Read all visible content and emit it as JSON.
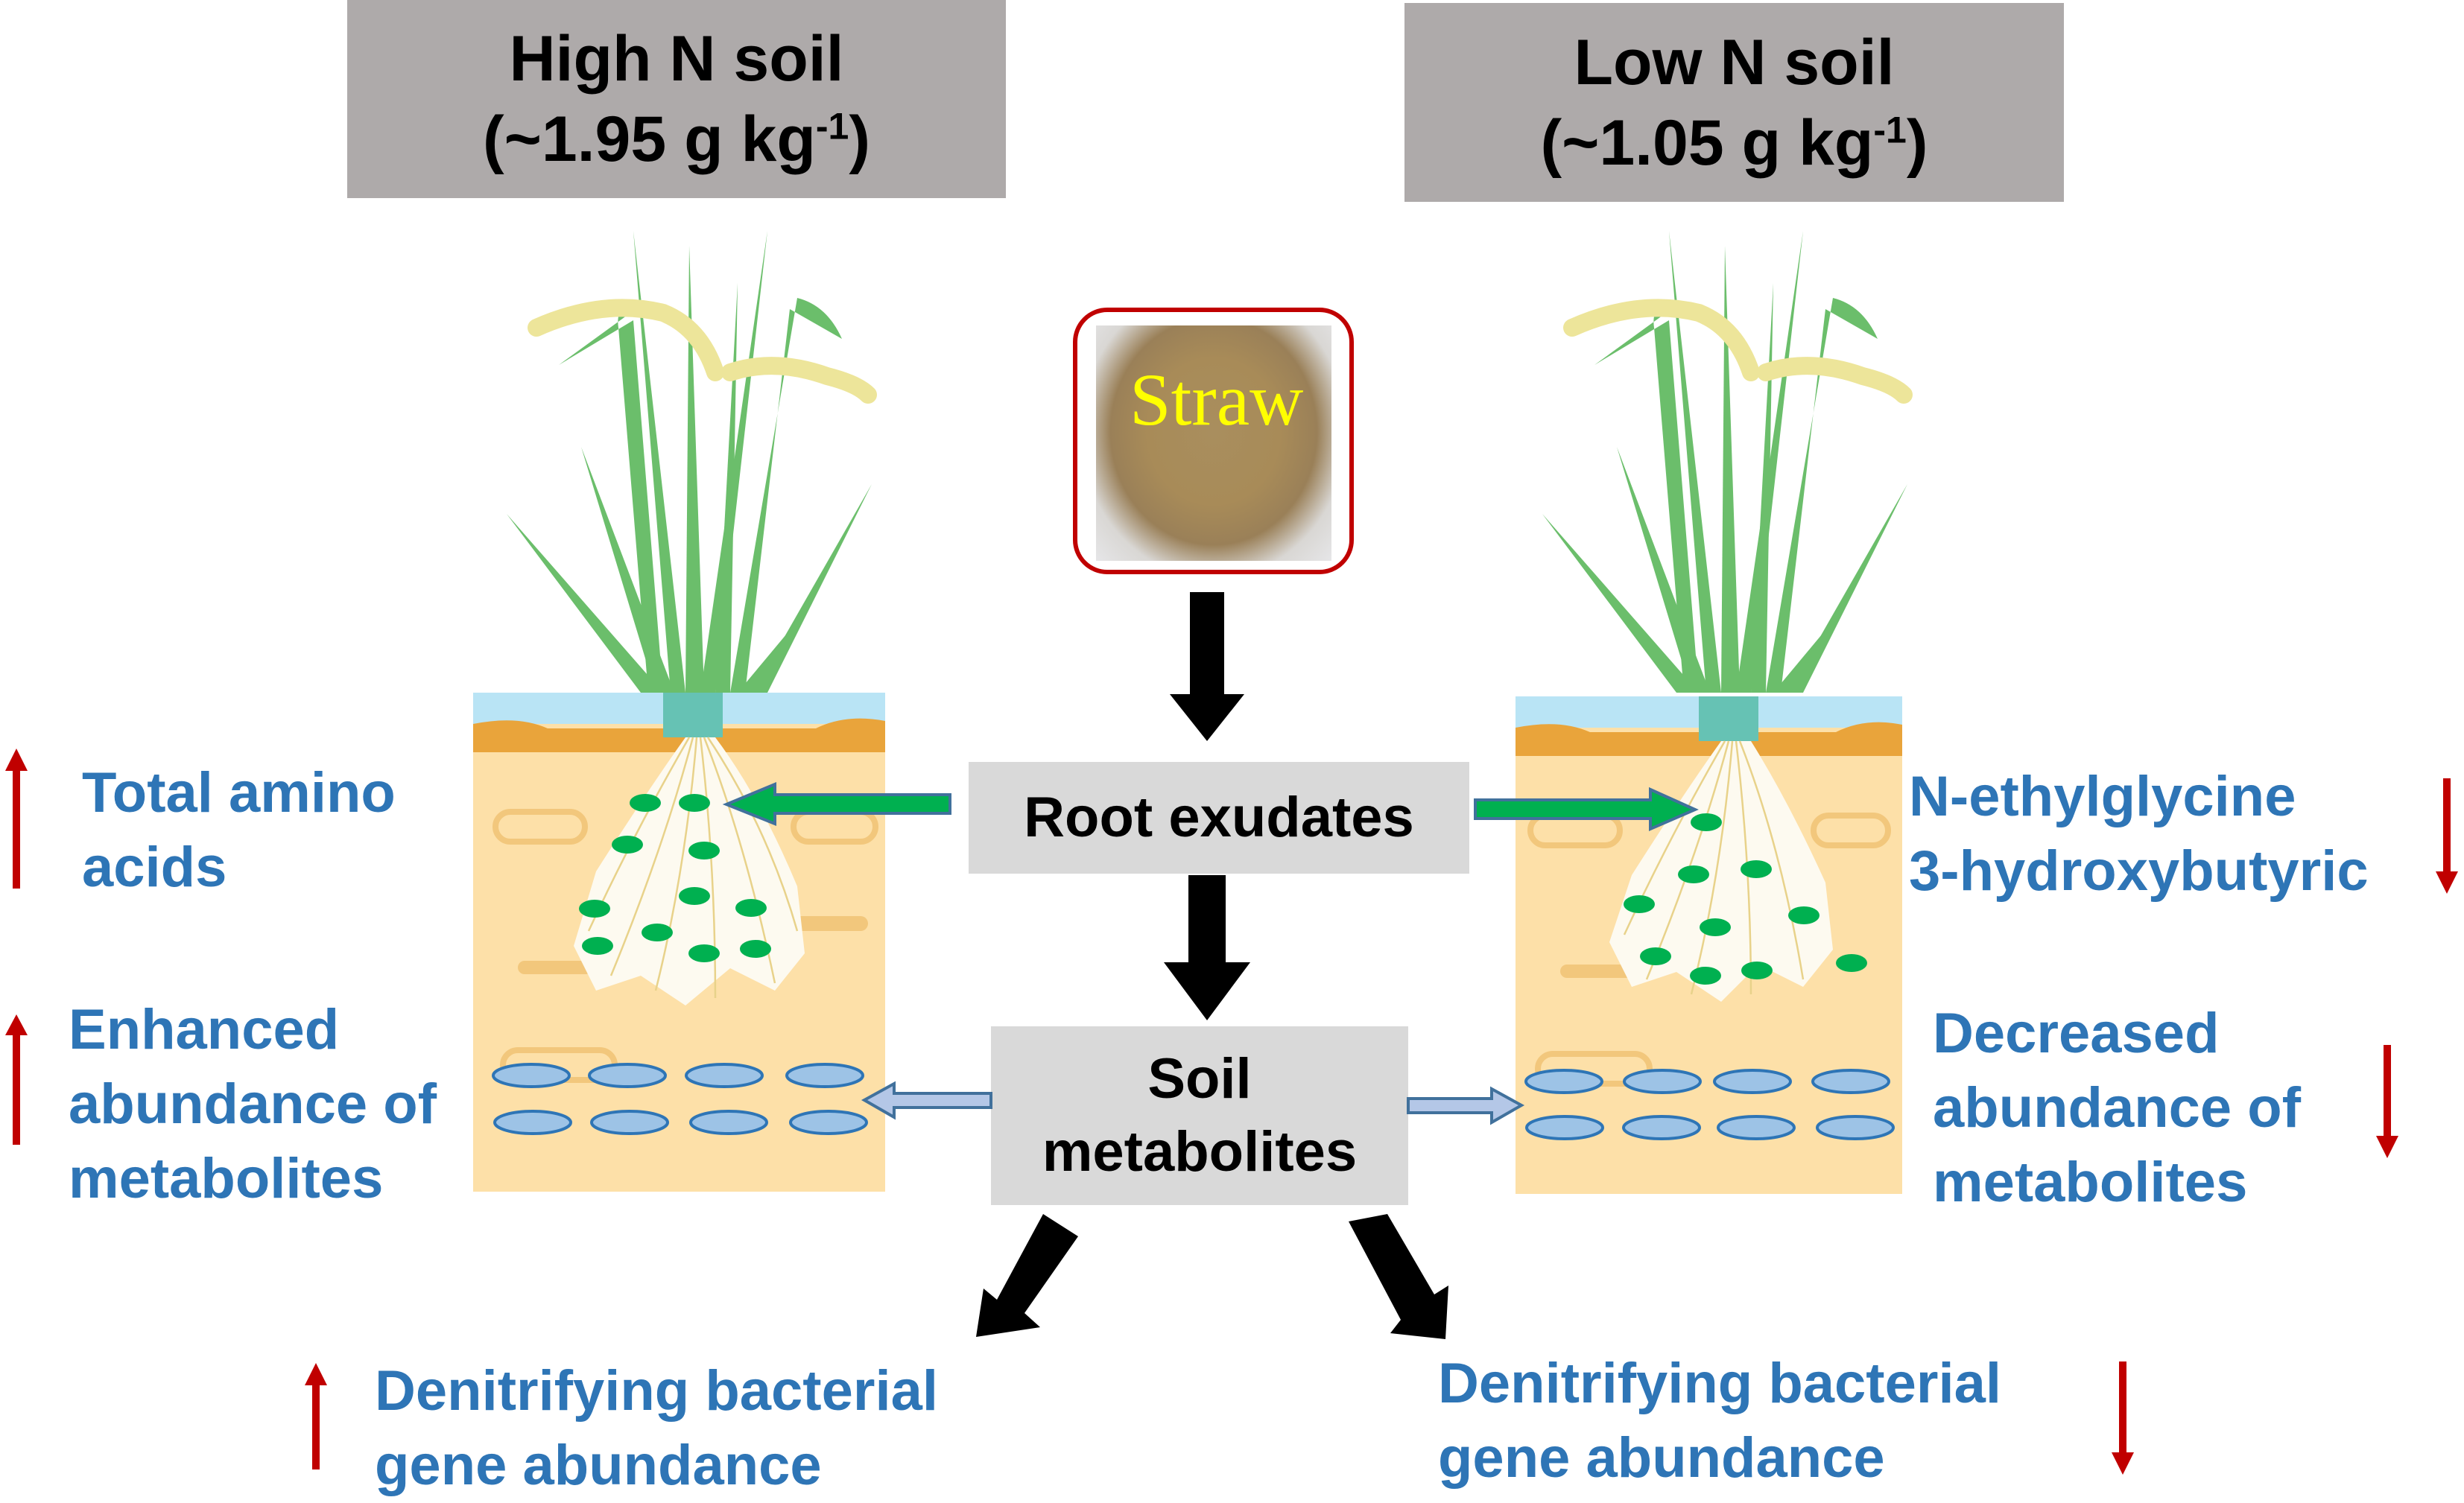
{
  "conditions": {
    "high_n": {
      "title": "High N soil",
      "value_prefix": "(~1.95 g kg",
      "value_exponent": "-1",
      "value_suffix": ")"
    },
    "low_n": {
      "title": "Low N soil",
      "value_prefix": "(~1.05 g kg",
      "value_exponent": "-1",
      "value_suffix": ")"
    }
  },
  "input": {
    "straw_label": "Straw"
  },
  "process": {
    "root_exudates": "Root exudates",
    "soil_metabolites_line1": "Soil",
    "soil_metabolites_line2": "metabolites"
  },
  "effects": {
    "high_n": {
      "exudates_line1": "Total  amino",
      "exudates_line2": "acids",
      "exudates_trend": "up",
      "metabolites_line1": "Enhanced",
      "metabolites_line2": "abundance of",
      "metabolites_line3": "metabolites",
      "metabolites_trend": "up",
      "genes_line1": "Denitrifying bacterial",
      "genes_line2": "gene abundance",
      "genes_trend": "up"
    },
    "low_n": {
      "exudates_line1": "N-ethylglycine",
      "exudates_line2": "3-hydroxybutyric",
      "exudates_trend": "down",
      "metabolites_line1": "Decreased",
      "metabolites_line2": "abundance of",
      "metabolites_line3": "metabolites",
      "metabolites_trend": "down",
      "genes_line1": "Denitrifying bacterial",
      "genes_line2": "gene abundance",
      "genes_trend": "down"
    }
  },
  "icons": {
    "trend_up": "red-up-arrow",
    "trend_down": "red-down-arrow",
    "root_exudate": "green-ellipse",
    "soil_metabolite": "blue-ellipse",
    "plant": "rice-plant"
  },
  "colors": {
    "effect_text": "#2e75b6",
    "trend_arrow": "#c00000",
    "flow_arrow": "#000000",
    "exudate_arrow": "#00b050",
    "metabolite_arrow": "#b4c7e7",
    "header_box": "#aeaaaa",
    "process_box": "#d9d9d9",
    "straw_frame": "#c00000",
    "straw_text": "#ffff00"
  }
}
